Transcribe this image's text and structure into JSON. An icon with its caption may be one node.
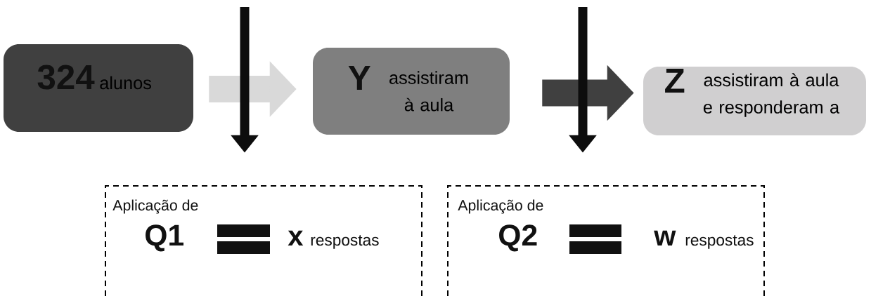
{
  "diagram": {
    "nodes": [
      {
        "text": [
          "324",
          "alunos"
        ]
      },
      {
        "text": [
          "Y",
          "assistiram à aula"
        ]
      },
      {
        "text": [
          "Z",
          "assistiram à aula e responderam a"
        ]
      },
      {
        "text": [
          "Aplicação de",
          "Q1",
          "x",
          "respostas"
        ]
      },
      {
        "text": [
          "Aplicação de",
          "Q2",
          "w",
          "respostas"
        ]
      }
    ],
    "edges": [
      {
        "from": 0,
        "to": 1,
        "arrow": "to",
        "style": "thick",
        "color": "#d9d9d9"
      },
      {
        "from": 1,
        "to": 2,
        "arrow": "to",
        "style": "thick",
        "color": "#404040"
      },
      {
        "from": null,
        "to": 3,
        "arrow": "to"
      },
      {
        "from": null,
        "to": 4,
        "arrow": "to"
      }
    ]
  }
}
